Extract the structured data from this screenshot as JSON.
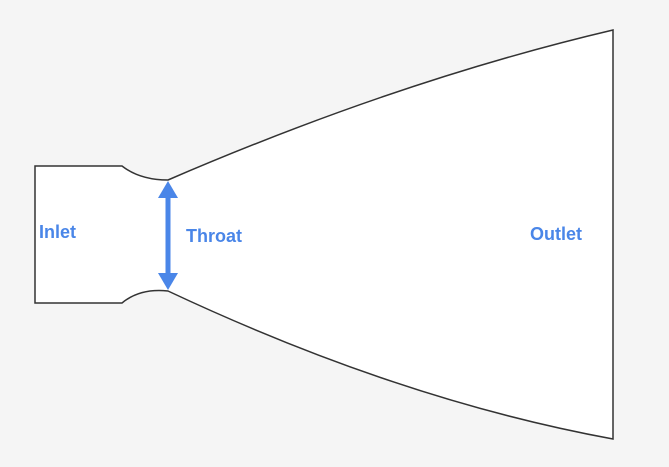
{
  "labels": {
    "inlet": "Inlet",
    "throat": "Throat",
    "outlet": "Outlet"
  },
  "colors": {
    "accent": "#4a86e8",
    "outline": "#333333",
    "fill": "#ffffff",
    "background": "#f5f5f5"
  }
}
